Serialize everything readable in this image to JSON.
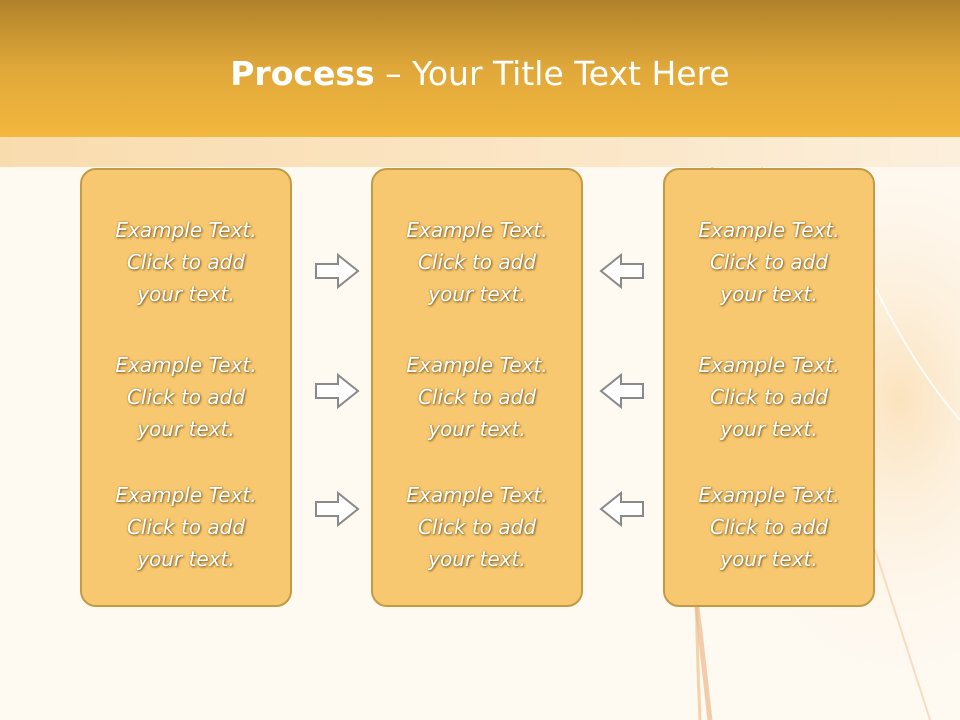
{
  "slide": {
    "title_bold": "Process",
    "title_rest": " – Your Title Text Here"
  },
  "columns": [
    {
      "blocks": [
        {
          "line1": "Example Text.",
          "line2": "Click  to add",
          "line3": "your text."
        },
        {
          "line1": "Example Text.",
          "line2": "Click  to add",
          "line3": "your text."
        },
        {
          "line1": "Example Text.",
          "line2": "Click  to add",
          "line3": "your text."
        }
      ]
    },
    {
      "blocks": [
        {
          "line1": "Example Text.",
          "line2": "Click  to add",
          "line3": "your text."
        },
        {
          "line1": "Example Text.",
          "line2": "Click  to add",
          "line3": "your text."
        },
        {
          "line1": "Example Text.",
          "line2": "Click  to add",
          "line3": "your text."
        }
      ]
    },
    {
      "blocks": [
        {
          "line1": "Example Text.",
          "line2": "Click  to add",
          "line3": "your text."
        },
        {
          "line1": "Example Text.",
          "line2": "Click  to add",
          "line3": "your text."
        },
        {
          "line1": "Example Text.",
          "line2": "Click  to add",
          "line3": "your text."
        }
      ]
    }
  ],
  "arrows": {
    "left_group": [
      "arrow-right-icon",
      "arrow-right-icon",
      "arrow-right-icon"
    ],
    "right_group": [
      "arrow-left-icon",
      "arrow-left-icon",
      "arrow-left-icon"
    ]
  },
  "colors": {
    "header": "#e0a83a",
    "box_fill": "#f8c870",
    "box_border": "#c39a46",
    "text": "#ffffff",
    "arrow_stroke": "#8a8a8a"
  }
}
